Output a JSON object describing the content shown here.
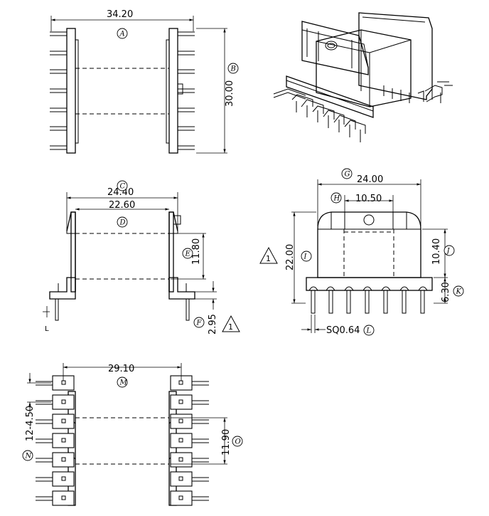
{
  "dimensions": {
    "A": "34.20",
    "B": "30.00",
    "C": "24.40",
    "D": "22.60",
    "E": "11.80",
    "F": "2.95",
    "G": "24.00",
    "H": "10.50",
    "I": "22.00",
    "J": "10.40",
    "K": "6.30",
    "L": "SQ0.64",
    "M": "29.10",
    "N": "12-4.50",
    "O": "11.90"
  },
  "labels": {
    "A": "A",
    "B": "B",
    "C": "C",
    "D": "D",
    "E": "E",
    "F": "F",
    "G": "G",
    "H": "H",
    "I": "I",
    "J": "J",
    "K": "K",
    "L": "L",
    "M": "M",
    "N": "N",
    "O": "O"
  },
  "notes": {
    "triangle_marker": "1",
    "L_mark": "L"
  }
}
